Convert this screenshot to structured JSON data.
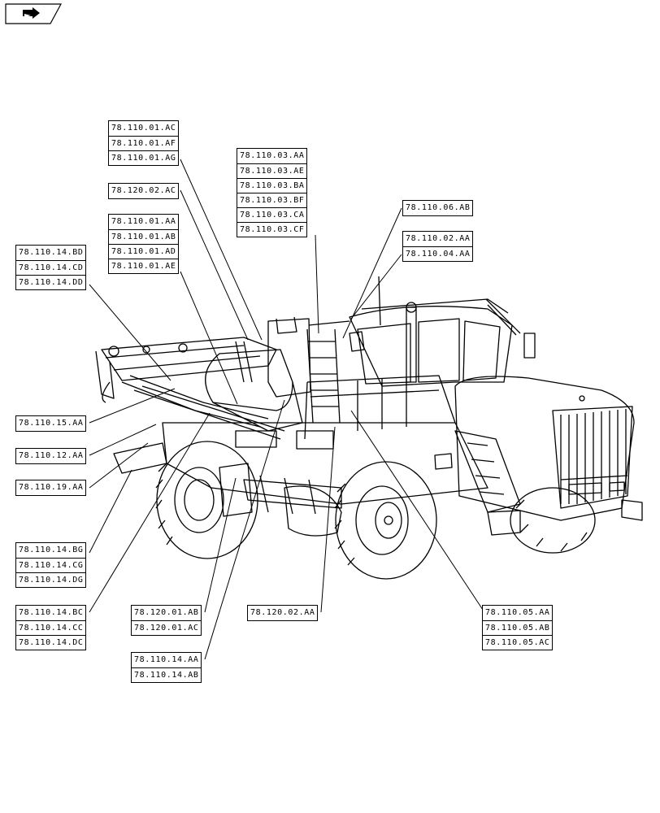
{
  "nav_icon": "arrow-right-icon",
  "callouts": [
    {
      "id": "g1",
      "codes": [
        "78.110.01.AC",
        "78.110.01.AF",
        "78.110.01.AG"
      ]
    },
    {
      "id": "g2",
      "codes": [
        "78.120.02.AC"
      ]
    },
    {
      "id": "g3",
      "codes": [
        "78.110.01.AA",
        "78.110.01.AB",
        "78.110.01.AD",
        "78.110.01.AE"
      ]
    },
    {
      "id": "g4",
      "codes": [
        "78.110.03.AA",
        "78.110.03.AE",
        "78.110.03.BA",
        "78.110.03.BF",
        "78.110.03.CA",
        "78.110.03.CF"
      ]
    },
    {
      "id": "g5",
      "codes": [
        "78.110.06.AB"
      ]
    },
    {
      "id": "g6",
      "codes": [
        "78.110.02.AA",
        "78.110.04.AA"
      ]
    },
    {
      "id": "g7",
      "codes": [
        "78.110.14.BD",
        "78.110.14.CD",
        "78.110.14.DD"
      ]
    },
    {
      "id": "g8",
      "codes": [
        "78.110.15.AA"
      ]
    },
    {
      "id": "g9",
      "codes": [
        "78.110.12.AA"
      ]
    },
    {
      "id": "g10",
      "codes": [
        "78.110.19.AA"
      ]
    },
    {
      "id": "g11",
      "codes": [
        "78.110.14.BG",
        "78.110.14.CG",
        "78.110.14.DG"
      ]
    },
    {
      "id": "g12",
      "codes": [
        "78.110.14.BC",
        "78.110.14.CC",
        "78.110.14.DC"
      ]
    },
    {
      "id": "g13",
      "codes": [
        "78.120.01.AB",
        "78.120.01.AC"
      ]
    },
    {
      "id": "g14",
      "codes": [
        "78.120.02.AA"
      ]
    },
    {
      "id": "g15",
      "codes": [
        "78.110.05.AA",
        "78.110.05.AB",
        "78.110.05.AC"
      ]
    },
    {
      "id": "g16",
      "codes": [
        "78.110.14.AA",
        "78.110.14.AB"
      ]
    }
  ]
}
